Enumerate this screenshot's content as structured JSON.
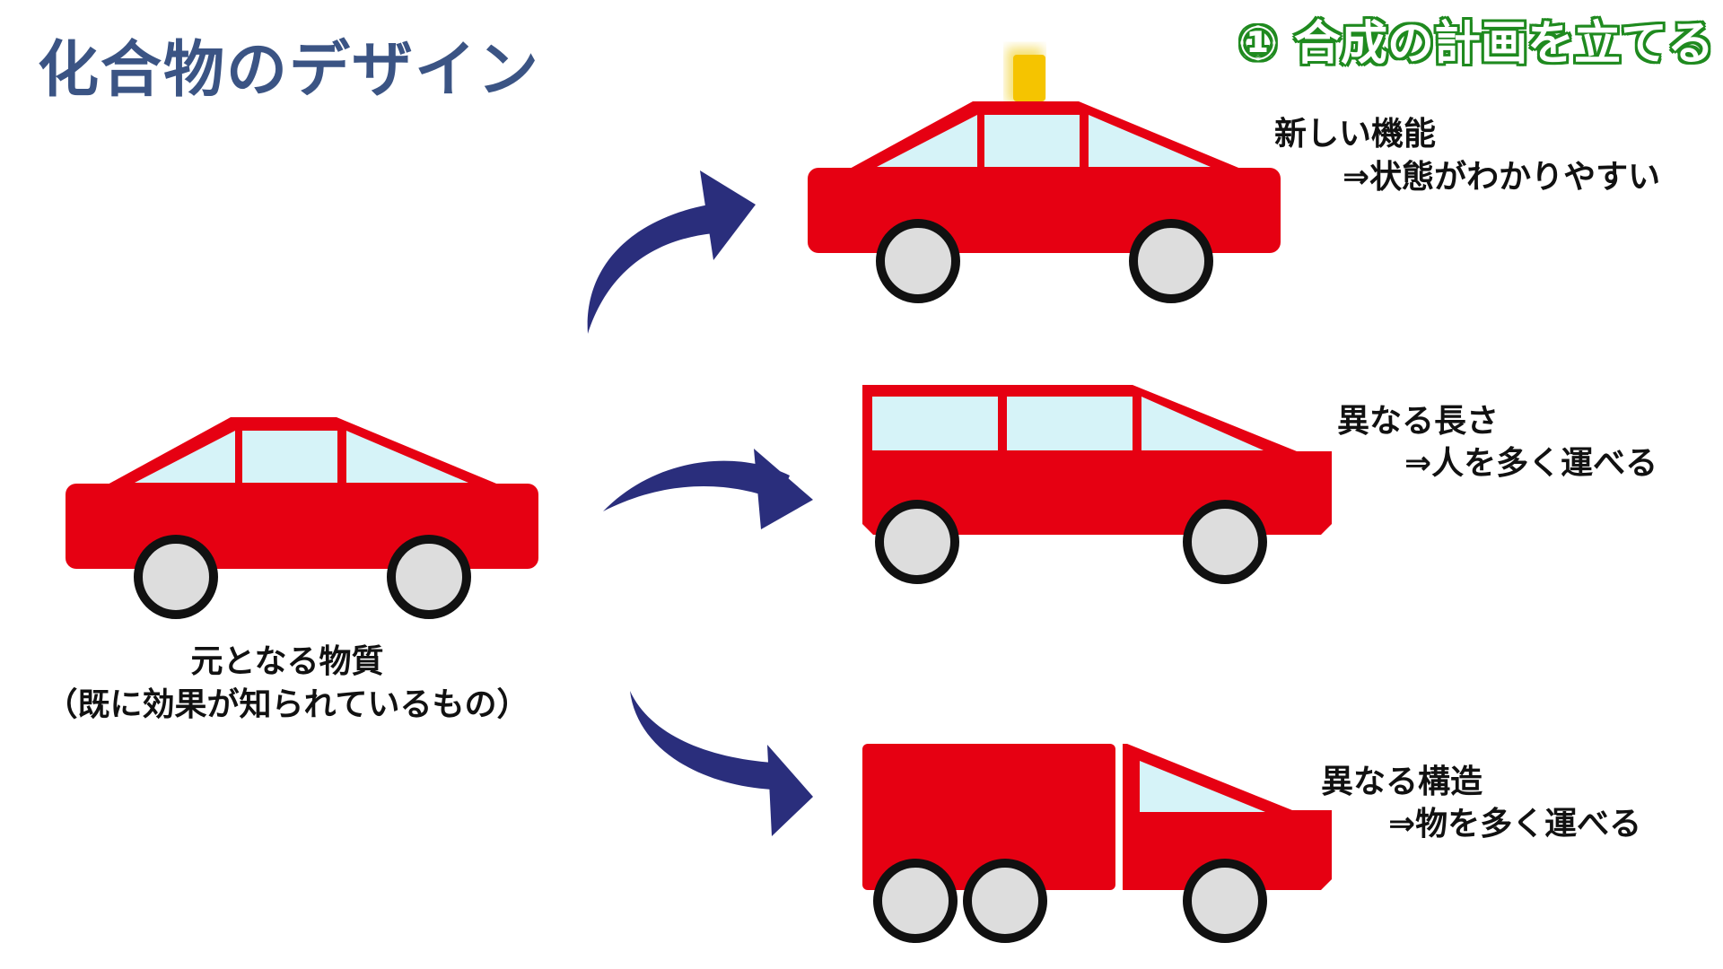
{
  "title": "化合物のデザイン",
  "step_label": "① 合成の計画を立てる",
  "original": {
    "line1": "元となる物質",
    "line2": "（既に効果が知られているもの）"
  },
  "variants": [
    {
      "line1": "新しい機能",
      "line2": "⇒状態がわかりやすい"
    },
    {
      "line1": "異なる長さ",
      "line2": "⇒人を多く運べる"
    },
    {
      "line1": "異なる構造",
      "line2": "⇒物を多く運べる"
    }
  ],
  "colors": {
    "car": "#e60012",
    "window": "#d6f3f8",
    "arrow": "#2a2e7c",
    "title": "#3b5484",
    "step": "#1f8a1f",
    "light": "#f5c400"
  }
}
